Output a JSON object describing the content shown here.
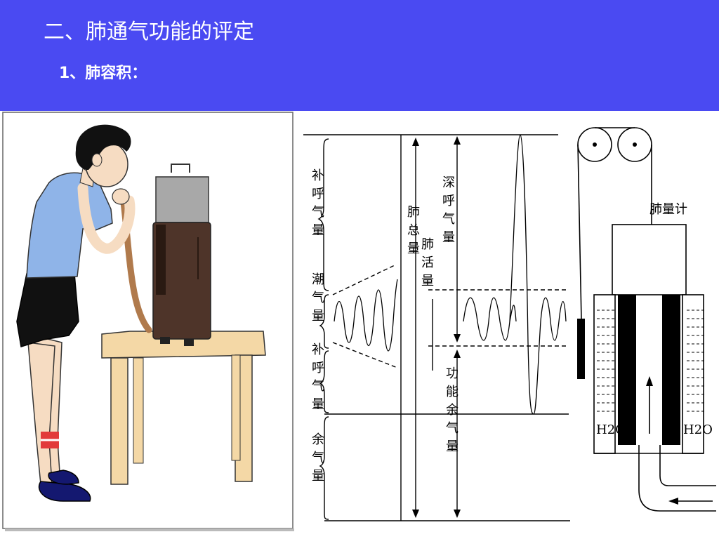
{
  "colors": {
    "header_bg": "#4a4af2",
    "shirt": "#8fb4e8",
    "shorts": "#111111",
    "skin": "#f6dcc2",
    "hair": "#111111",
    "table": "#f4d8a6",
    "device_top": "#a8a8a8",
    "device_body": "#4e3429",
    "tube": "#b07a4c",
    "sock_band": "#e23a3a",
    "shoe": "#141870"
  },
  "header": {
    "title": "二、肺通气功能的评定",
    "subtitle": "1、肺容积："
  },
  "diagram": {
    "labels": {
      "irv": "补呼气量",
      "tidal": "潮气量",
      "erv": "补呼气量",
      "rv": "余气量",
      "tlc": "肺总量",
      "vc": "肺活量",
      "deep": "深呼气量",
      "frc": "功能余气量"
    },
    "spirometer": {
      "label": "肺量计",
      "water_left": "H2O",
      "water_right": "H2O"
    }
  }
}
